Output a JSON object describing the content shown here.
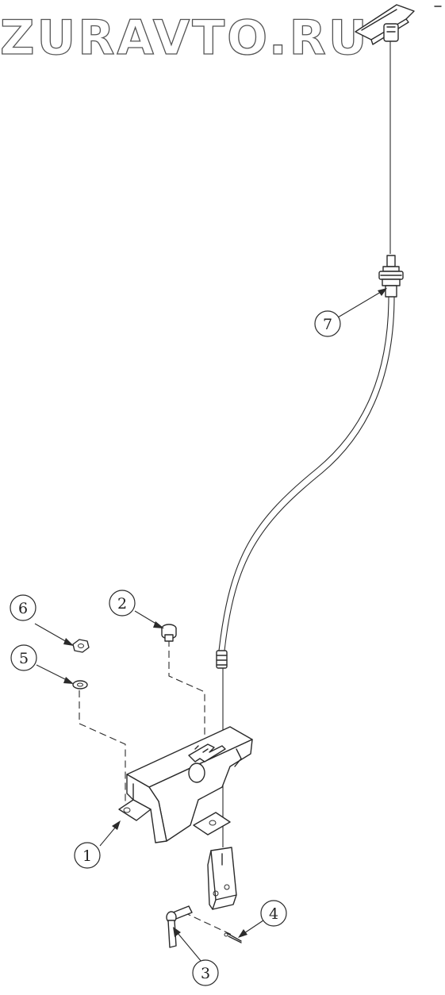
{
  "watermark": "ZURAVTO.RU",
  "callouts": [
    {
      "id": "callout-1",
      "label": "1"
    },
    {
      "id": "callout-2",
      "label": "2"
    },
    {
      "id": "callout-3",
      "label": "3"
    },
    {
      "id": "callout-4",
      "label": "4"
    },
    {
      "id": "callout-5",
      "label": "5"
    },
    {
      "id": "callout-6",
      "label": "6"
    },
    {
      "id": "callout-7",
      "label": "7"
    }
  ]
}
